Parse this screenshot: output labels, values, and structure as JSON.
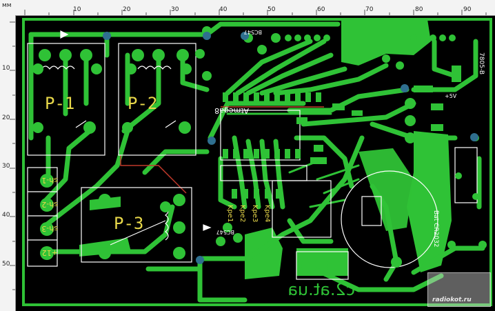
{
  "ruler": {
    "unit": "мм",
    "top_ticks": [
      "10",
      "20",
      "30",
      "40",
      "50",
      "60",
      "70",
      "80",
      "90"
    ],
    "left_ticks": [
      "10",
      "20",
      "30",
      "40",
      "50"
    ]
  },
  "board": {
    "relay_labels": [
      "P-1",
      "P-2",
      "P-3"
    ],
    "connector_labels": [
      "sh-1",
      "sh-2",
      "sh-3",
      "+12"
    ],
    "mcu_label": "Atmega8",
    "transistor_labels": [
      "BC547",
      "BC547"
    ],
    "driver_labels": [
      "Kpe1",
      "Kpe2",
      "Kpe3",
      "Kpe4"
    ],
    "battery_label": "Bat CR2032",
    "domain_text": "c2.at.ua",
    "side_label": "+5V",
    "reg_label": "7805-B"
  },
  "watermark": {
    "text": "radiokot.ru"
  },
  "colors": {
    "board": "#000000",
    "copper": "#2fc236",
    "silk": "#ffffff",
    "ruler": "#f3f3f3"
  }
}
